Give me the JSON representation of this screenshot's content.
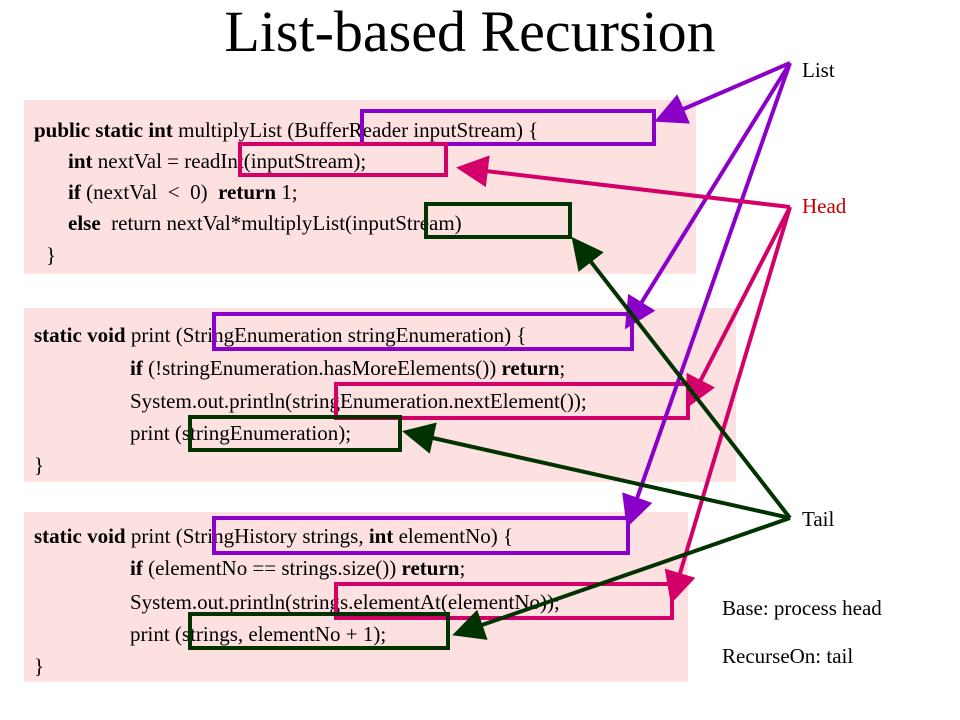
{
  "title": "List-based Recursion",
  "panels": {
    "p1": {
      "l1": {
        "kw": "public static int",
        "txt": " multiplyList (BufferReader inputStream) {"
      },
      "l2": {
        "kw": "int",
        "txt": " nextVal = readInt(inputStream);"
      },
      "l3": {
        "kw": "if",
        "txt": " (nextVal  <  0)  ",
        "kw2": "return",
        "txt2": " 1;"
      },
      "l4": {
        "kw": "else",
        "txt": "  return nextVal*multiplyList(inputStream)"
      },
      "l5": "}"
    },
    "p2": {
      "l1": {
        "kw": "static void",
        "txt": " print (StringEnumeration stringEnumeration) {"
      },
      "l2": {
        "kw": "if",
        "txt": " (!stringEnumeration.hasMoreElements()) ",
        "kw2": "return",
        "txt2": ";"
      },
      "l3": "System.out.println(stringEnumeration.nextElement());",
      "l4": "print (stringEnumeration);",
      "l5": "}"
    },
    "p3": {
      "l1": {
        "kw": "static void",
        "txt": " print (StringHistory strings, ",
        "kw2": "int",
        "txt2": " elementNo) {"
      },
      "l2": {
        "kw": "if",
        "txt": " (elementNo == strings.size()) ",
        "kw2": "return",
        "txt2": ";"
      },
      "l3": "System.out.println(strings.elementAt(elementNo));",
      "l4": "print (strings, elementNo + 1);",
      "l5": "}"
    }
  },
  "labels": {
    "list": "List",
    "head": "Head",
    "tail": "Tail"
  },
  "notes": {
    "base": "Base: process head",
    "recurse": "RecurseOn: tail"
  },
  "colors": {
    "list": "#8a00c8",
    "head": "#d4006a",
    "tail": "#003300",
    "head_label": "#c00000",
    "panel": "#fde0e0"
  }
}
